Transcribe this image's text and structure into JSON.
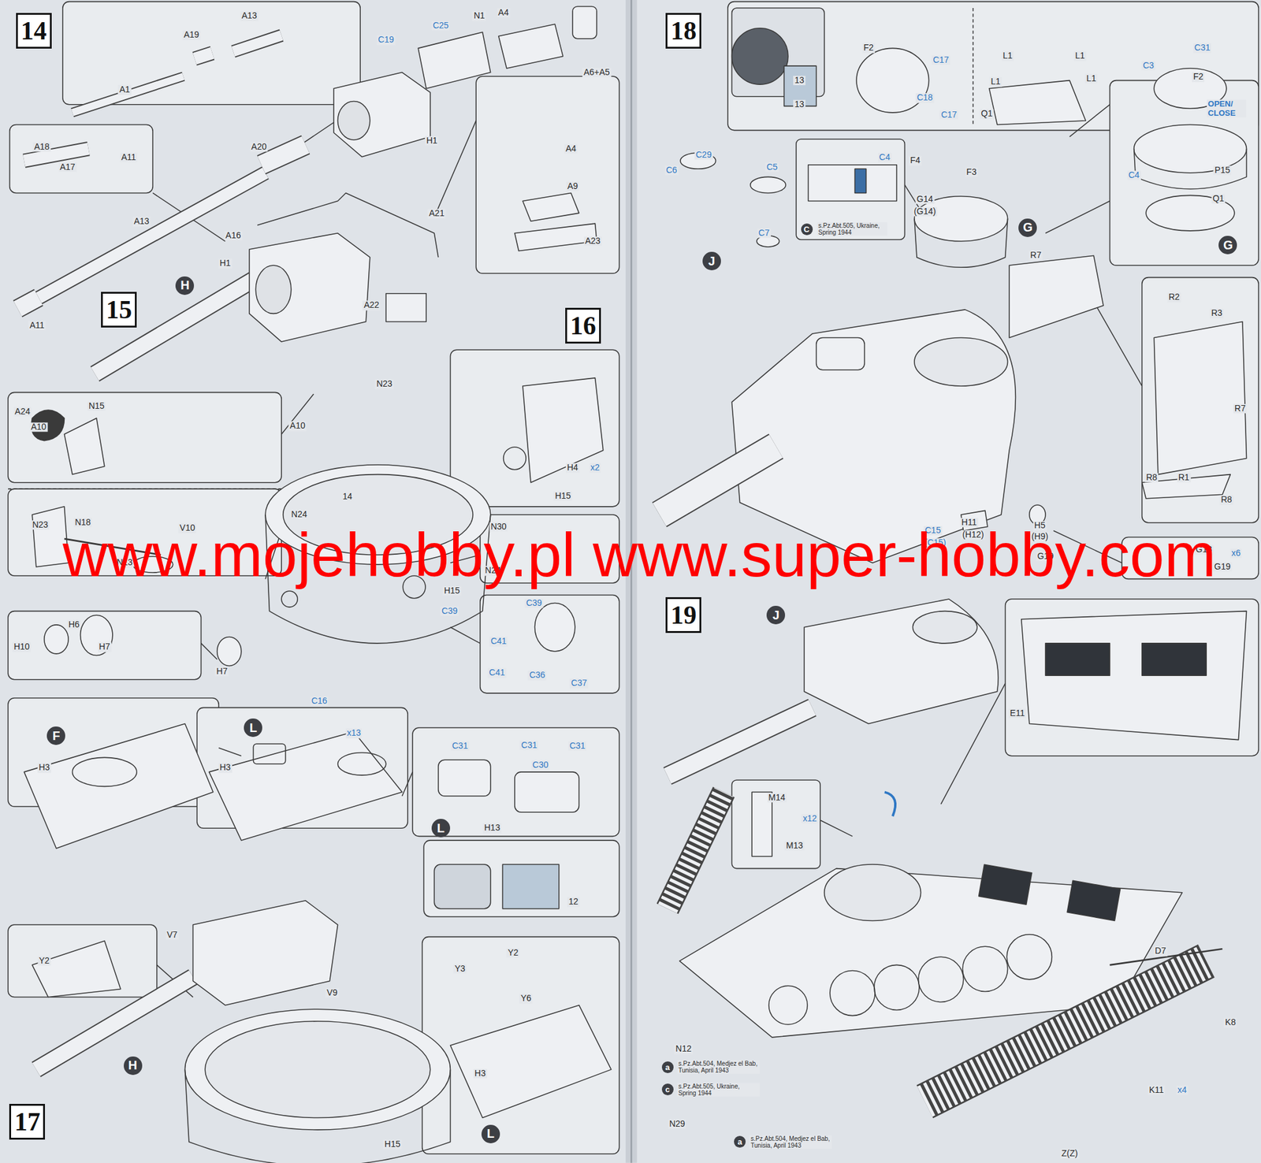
{
  "diagram": {
    "nodes": [
      {
        "text": [
          "14"
        ]
      },
      {
        "text": [
          "15"
        ]
      },
      {
        "text": [
          "16"
        ]
      },
      {
        "text": [
          "17"
        ]
      },
      {
        "text": [
          "18"
        ]
      },
      {
        "text": [
          "19"
        ]
      },
      {
        "text": [
          "H"
        ]
      },
      {
        "text": [
          "F"
        ]
      },
      {
        "text": [
          "L"
        ]
      },
      {
        "text": [
          "L"
        ]
      },
      {
        "text": [
          "H"
        ]
      },
      {
        "text": [
          "L"
        ]
      },
      {
        "text": [
          "J"
        ]
      },
      {
        "text": [
          "C"
        ]
      },
      {
        "text": [
          "G"
        ]
      },
      {
        "text": [
          "G"
        ]
      },
      {
        "text": [
          "J"
        ]
      },
      {
        "text": [
          "a"
        ]
      },
      {
        "text": [
          "c"
        ]
      },
      {
        "text": [
          "a"
        ]
      }
    ],
    "labels": [
      "A13",
      "A19",
      "A1",
      "C19",
      "C25",
      "N1",
      "A4",
      "A6+A5",
      "H1",
      "A18",
      "A17",
      "A11",
      "A20",
      "A13",
      "A16",
      "H1",
      "A21",
      "A22",
      "A11",
      "A4",
      "A9",
      "A23",
      "A24",
      "A10",
      "N15",
      "N23",
      "N18",
      "V10",
      "N13",
      "H6",
      "H10",
      "H7",
      "H7",
      "N23",
      "A10",
      "14",
      "N24",
      "H15",
      "C39",
      "C16",
      "H4",
      "x2",
      "H15",
      "N30",
      "N24",
      "C39",
      "C41",
      "C41",
      "C36",
      "C37",
      "x13",
      "H3",
      "H3",
      "C31",
      "C31",
      "C31",
      "C30",
      "H13",
      "12",
      "V7",
      "Y2",
      "V9",
      "Y2",
      "Y3",
      "Y6",
      "H3",
      "H15",
      "13",
      "13",
      "F2",
      "C17",
      "C18",
      "C17",
      "L1",
      "L1",
      "L1",
      "L1",
      "Q1",
      "C3",
      "C31",
      "F2",
      "OPEN/ CLOSE",
      "C4",
      "P15",
      "Q1",
      "C29",
      "C6",
      "C5",
      "C7",
      "C4",
      "s.Pz.Abt.505, Ukraine, Spring 1944",
      "F4",
      "F3",
      "G14",
      "(G14)",
      "R7",
      "R2",
      "R3",
      "R7",
      "R8",
      "R1",
      "R8",
      "H11",
      "(H12)",
      "H5",
      "(H9)",
      "C15",
      "(C15)",
      "G18",
      "x6",
      "G19",
      "G19",
      "E11",
      "M14",
      "x12",
      "M13",
      "D7",
      "K8",
      "N12",
      "s.Pz.Abt.504, Medjez el Bab, Tunisia, April 1943",
      "s.Pz.Abt.505, Ukraine, Spring 1944",
      "K11",
      "x4",
      "N29",
      "s.Pz.Abt.504, Medjez el Bab, Tunisia, April 1943",
      "Z(Z)",
      "www.mojehobby.pl www.super-hobby.com"
    ]
  }
}
